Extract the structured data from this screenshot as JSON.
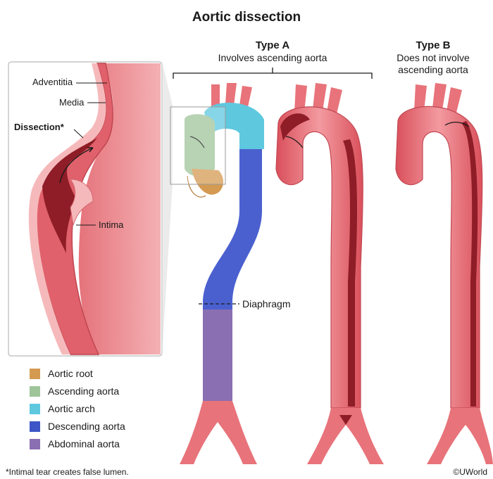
{
  "title": "Aortic dissection",
  "type_a": {
    "heading": "Type A",
    "subtitle": "Involves ascending aorta"
  },
  "type_b": {
    "heading": "Type B",
    "subtitle_line1": "Does not involve",
    "subtitle_line2": "ascending aorta"
  },
  "inset_labels": {
    "adventitia": "Adventitia",
    "media": "Media",
    "dissection": "Dissection*",
    "intima": "Intima"
  },
  "diaphragm_label": "Diaphragm",
  "legend": [
    {
      "label": "Aortic root",
      "color": "#d49a52"
    },
    {
      "label": "Ascending aorta",
      "color": "#9fc49a"
    },
    {
      "label": "Aortic arch",
      "color": "#5ec8df"
    },
    {
      "label": "Descending aorta",
      "color": "#3d55c6"
    },
    {
      "label": "Abdominal aorta",
      "color": "#8a6fb2"
    }
  ],
  "footnote": "*Intimal tear creates false lumen.",
  "copyright": "©UWorld",
  "colors": {
    "vessel": "#e8737a",
    "vessel_dark": "#b8303c",
    "lumen": "#f2a2a6",
    "false_lumen": "#8e1d27"
  }
}
